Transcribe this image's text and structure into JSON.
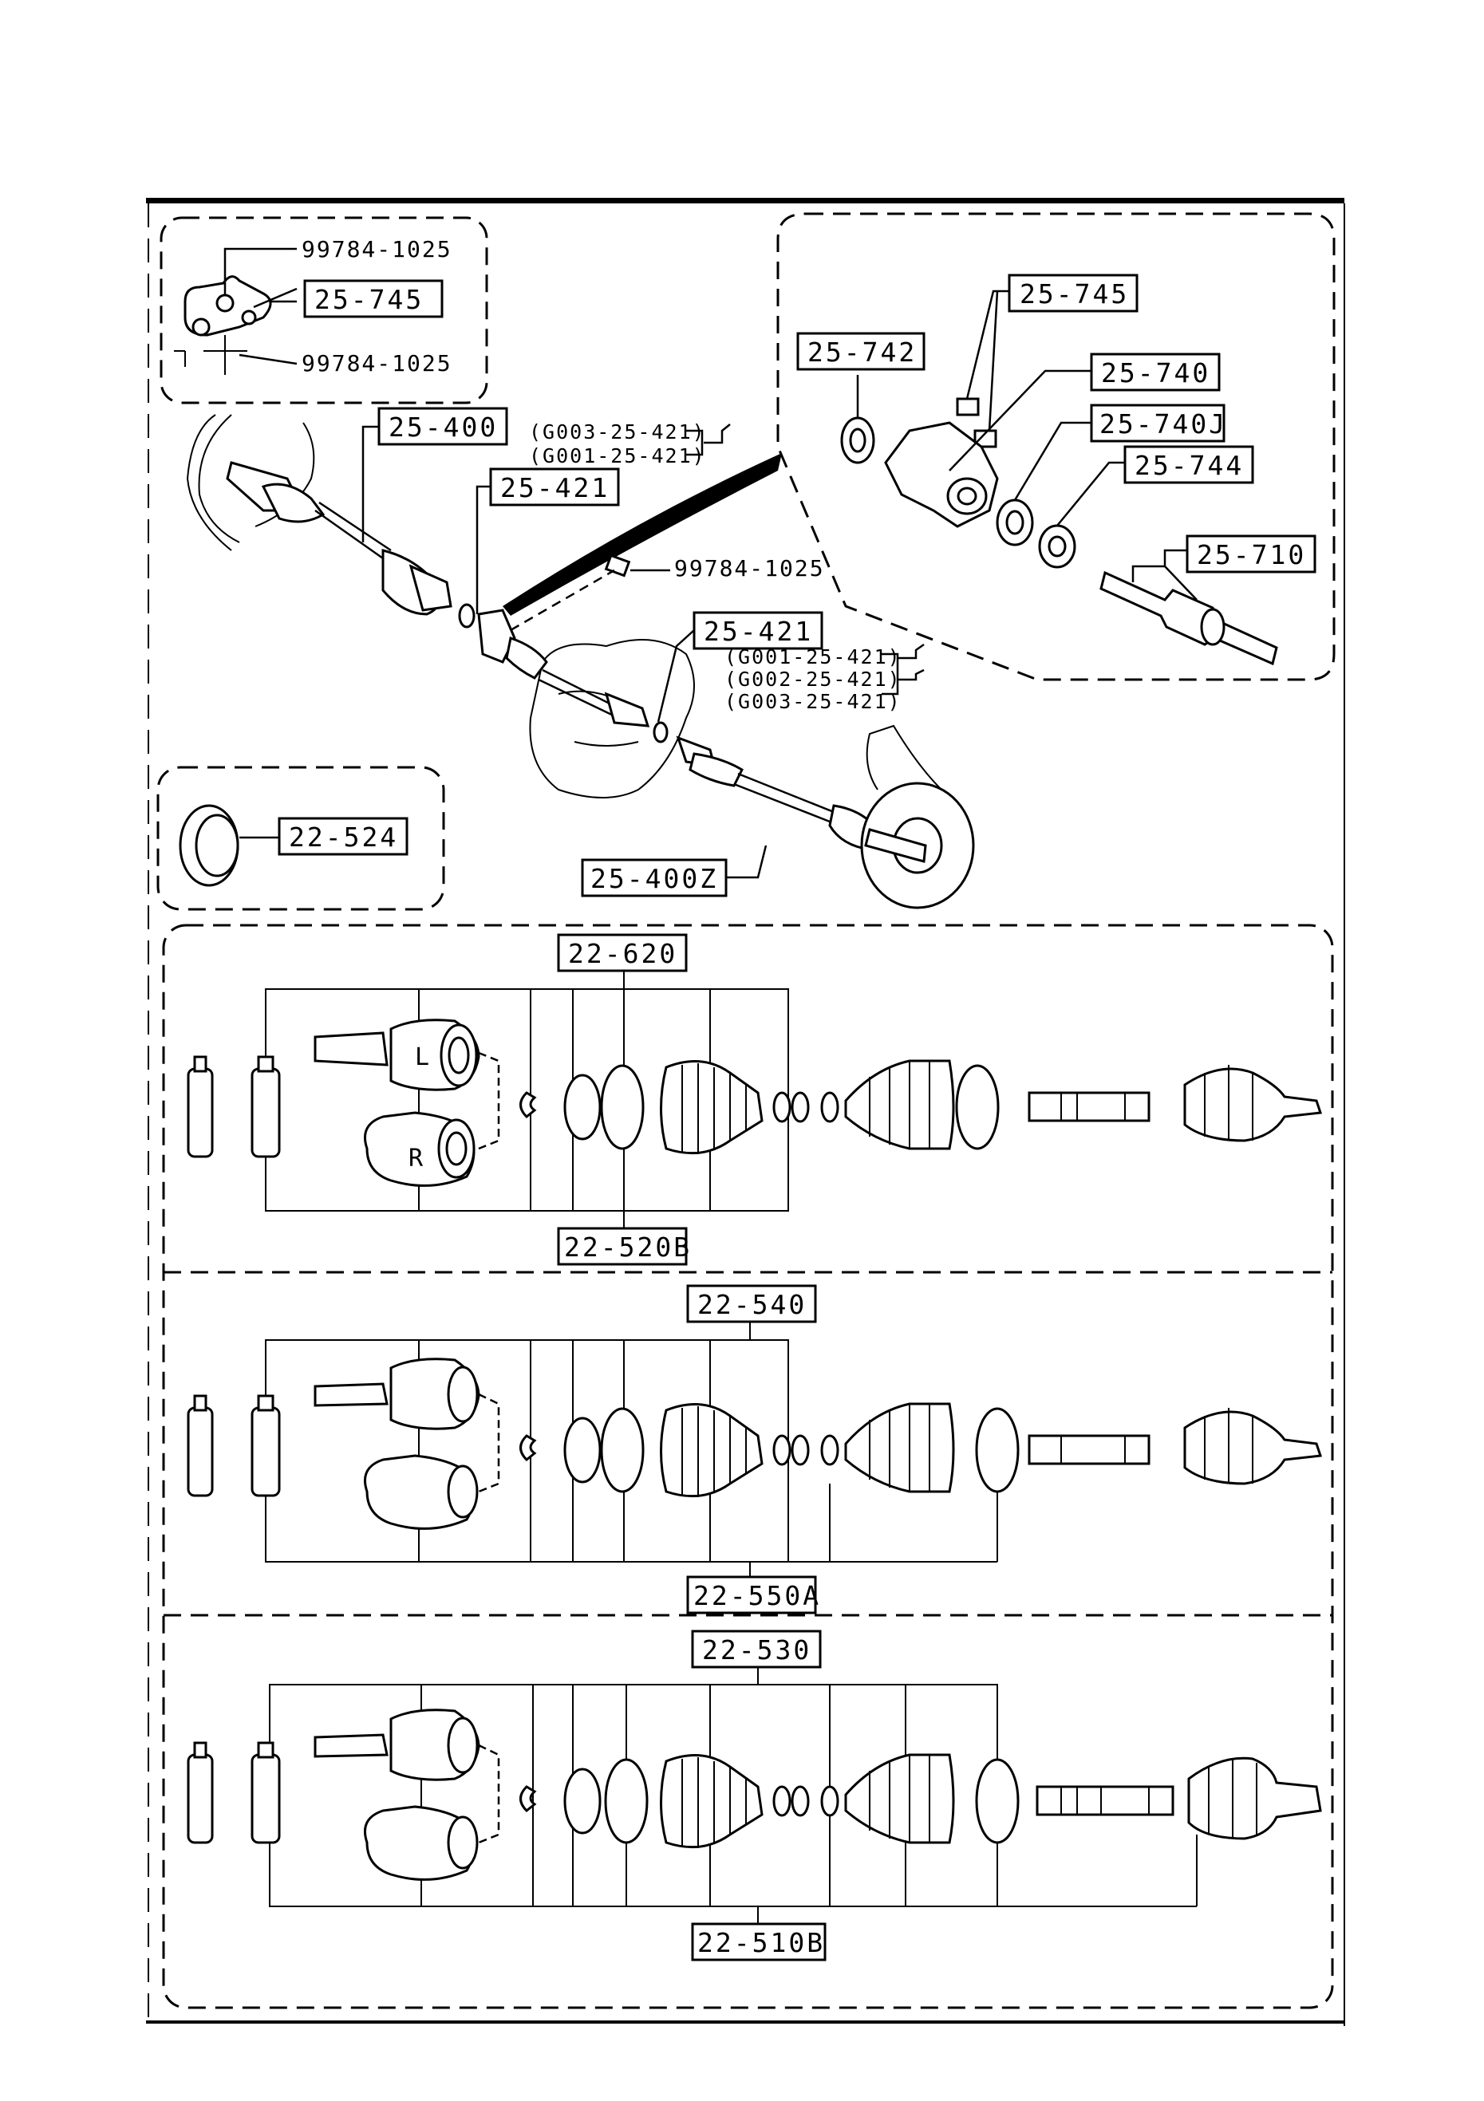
{
  "labels": {
    "l_25_745_top": "25-745",
    "l_25_745_right": "25-745",
    "l_25_742": "25-742",
    "l_25_740": "25-740",
    "l_25_740J": "25-740J",
    "l_25_744": "25-744",
    "l_25_710": "25-710",
    "l_25_400": "25-400",
    "l_25_421_top": "25-421",
    "l_25_421_mid": "25-421",
    "l_25_400Z": "25-400Z",
    "l_22_524": "22-524",
    "l_22_620": "22-620",
    "l_22_520B": "22-520B",
    "l_22_540": "22-540",
    "l_22_550A": "22-550A",
    "l_22_530": "22-530",
    "l_22_510B": "22-510B"
  },
  "part_numbers": {
    "bolt_top": "99784-1025",
    "bolt_bottom": "99784-1025",
    "bolt_center": "99784-1025"
  },
  "model_refs": {
    "top_1": "(G003-25-421)",
    "top_2": "(G001-25-421)",
    "mid_1": "(G001-25-421)",
    "mid_2": "(G002-25-421)",
    "mid_3": "(G003-25-421)"
  },
  "joint_marks": {
    "left": "L",
    "right": "R"
  }
}
